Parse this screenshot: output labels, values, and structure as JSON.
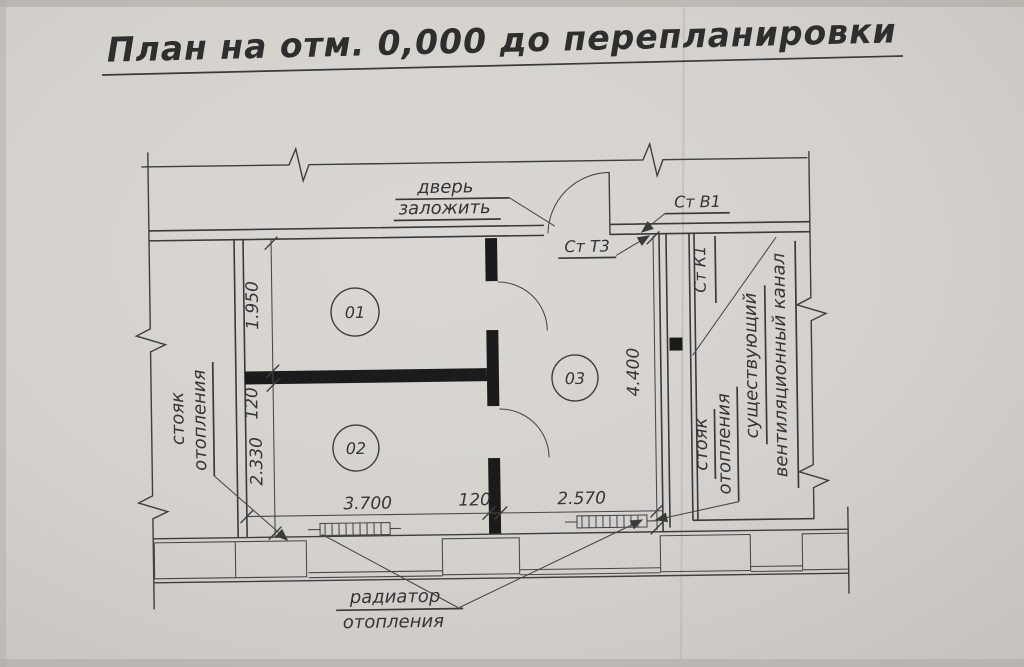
{
  "title": "План на отм. 0,000 до перепланировки",
  "rooms": [
    {
      "number": "01"
    },
    {
      "number": "02"
    },
    {
      "number": "03"
    }
  ],
  "dimensions": {
    "room1_depth": "1.950",
    "partition_thickness_vertical": "120",
    "room2_depth": "2.330",
    "room2_width": "3.700",
    "wall_thickness_horizontal": "120",
    "room3_width": "2.570",
    "total_depth": "4.400"
  },
  "labels": {
    "door_note_line1": "дверь",
    "door_note_line2": "заложить",
    "riser_v1": "Ст В1",
    "riser_t3": "Ст Т3",
    "riser_k1": "Ст К1",
    "left_riser_line1": "стояк",
    "left_riser_line2": "отопления",
    "right_riser_line1": "стояк",
    "right_riser_line2": "отопления",
    "vent_line1": "существующий",
    "vent_line2": "вентиляционный канал",
    "radiator_line1": "радиатор",
    "radiator_line2": "отопления"
  },
  "colors": {
    "paper": "#d6d3cf",
    "ink": "#3c3c3c",
    "wall_fill": "#1b1b1b"
  }
}
